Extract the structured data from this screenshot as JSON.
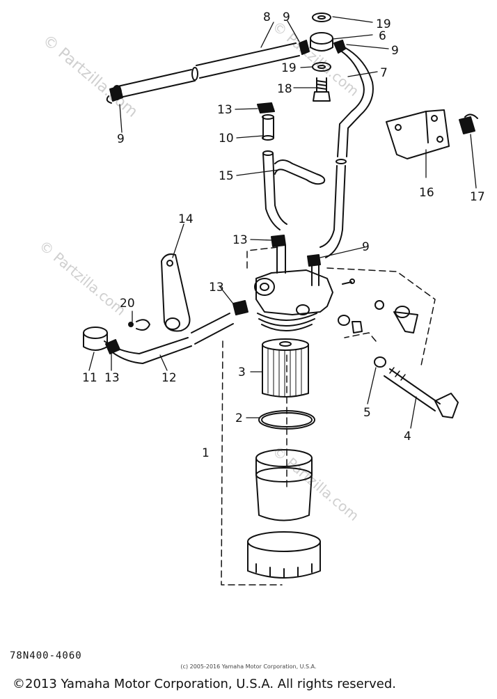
{
  "watermarks": [
    "© Partzilla.com",
    "© Partzilla.com",
    "© Partzilla.com",
    "© Partzilla.com"
  ],
  "callouts": [
    {
      "id": "c-8",
      "text": "8"
    },
    {
      "id": "c-9a",
      "text": "9"
    },
    {
      "id": "c-19a",
      "text": "19"
    },
    {
      "id": "c-6",
      "text": "6"
    },
    {
      "id": "c-9b",
      "text": "9"
    },
    {
      "id": "c-7",
      "text": "7"
    },
    {
      "id": "c-19b",
      "text": "19"
    },
    {
      "id": "c-18",
      "text": "18"
    },
    {
      "id": "c-9c",
      "text": "9"
    },
    {
      "id": "c-13a",
      "text": "13"
    },
    {
      "id": "c-10",
      "text": "10"
    },
    {
      "id": "c-15",
      "text": "15"
    },
    {
      "id": "c-16",
      "text": "16"
    },
    {
      "id": "c-17",
      "text": "17"
    },
    {
      "id": "c-14",
      "text": "14"
    },
    {
      "id": "c-13b",
      "text": "13"
    },
    {
      "id": "c-9d",
      "text": "9"
    },
    {
      "id": "c-13c",
      "text": "13"
    },
    {
      "id": "c-20",
      "text": "20"
    },
    {
      "id": "c-11",
      "text": "11"
    },
    {
      "id": "c-13d",
      "text": "13"
    },
    {
      "id": "c-12",
      "text": "12"
    },
    {
      "id": "c-3",
      "text": "3"
    },
    {
      "id": "c-2",
      "text": "2"
    },
    {
      "id": "c-5",
      "text": "5"
    },
    {
      "id": "c-4",
      "text": "4"
    },
    {
      "id": "c-1",
      "text": "1"
    }
  ],
  "catalog_number": "78N400-4060",
  "small_copyright": "(c) 2005-2016 Yamaha Motor Corporation, U.S.A.",
  "copyright": "©2013 Yamaha Motor Corporation, U.S.A. All rights reserved."
}
